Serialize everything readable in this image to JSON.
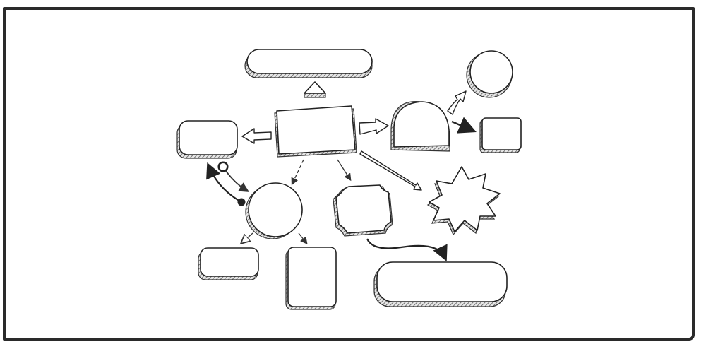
{
  "diagram": {
    "title": "",
    "style": "hand-drawn sketch",
    "colors": {
      "ink": "#222222",
      "background": "#ffffff",
      "frame": "#2a2a2a"
    },
    "nodes": [
      {
        "id": "top-pill",
        "shape": "pill",
        "label": ""
      },
      {
        "id": "center-box",
        "shape": "rectangle",
        "label": ""
      },
      {
        "id": "left-box",
        "shape": "rounded-rectangle",
        "label": ""
      },
      {
        "id": "dome",
        "shape": "dome",
        "label": ""
      },
      {
        "id": "top-right-circle",
        "shape": "circle",
        "label": ""
      },
      {
        "id": "right-square",
        "shape": "rounded-square",
        "label": ""
      },
      {
        "id": "mid-circle",
        "shape": "circle",
        "label": ""
      },
      {
        "id": "bottom-left-box",
        "shape": "rounded-rectangle",
        "label": ""
      },
      {
        "id": "bottom-tall-box",
        "shape": "rounded-rectangle",
        "label": ""
      },
      {
        "id": "plaque",
        "shape": "notched-plaque",
        "label": ""
      },
      {
        "id": "starburst",
        "shape": "starburst",
        "label": ""
      },
      {
        "id": "bottom-pill",
        "shape": "pill",
        "label": ""
      }
    ],
    "edges": [
      {
        "from": "center-box",
        "to": "top-pill",
        "style": "triangle-marker"
      },
      {
        "from": "center-box",
        "to": "left-box",
        "style": "block-arrow"
      },
      {
        "from": "center-box",
        "to": "dome",
        "style": "block-arrow"
      },
      {
        "from": "dome",
        "to": "top-right-circle",
        "style": "curved-block-arrow"
      },
      {
        "from": "dome",
        "to": "right-square",
        "style": "thick-arrow"
      },
      {
        "from": "center-box",
        "to": "mid-circle",
        "style": "dashed-arrow"
      },
      {
        "from": "center-box",
        "to": "plaque",
        "style": "thin-arrow"
      },
      {
        "from": "center-box",
        "to": "starburst",
        "style": "long-hollow-arrow"
      },
      {
        "from": "mid-circle",
        "to": "left-box",
        "style": "curved-thick-arrow"
      },
      {
        "from": "left-box",
        "to": "mid-circle",
        "style": "curved-arrow-with-loop"
      },
      {
        "from": "mid-circle",
        "to": "bottom-left-box",
        "style": "hollow-head-arrow"
      },
      {
        "from": "mid-circle",
        "to": "bottom-tall-box",
        "style": "thin-arrow"
      },
      {
        "from": "plaque",
        "to": "bottom-pill",
        "style": "curved-thick-arrow"
      }
    ]
  }
}
